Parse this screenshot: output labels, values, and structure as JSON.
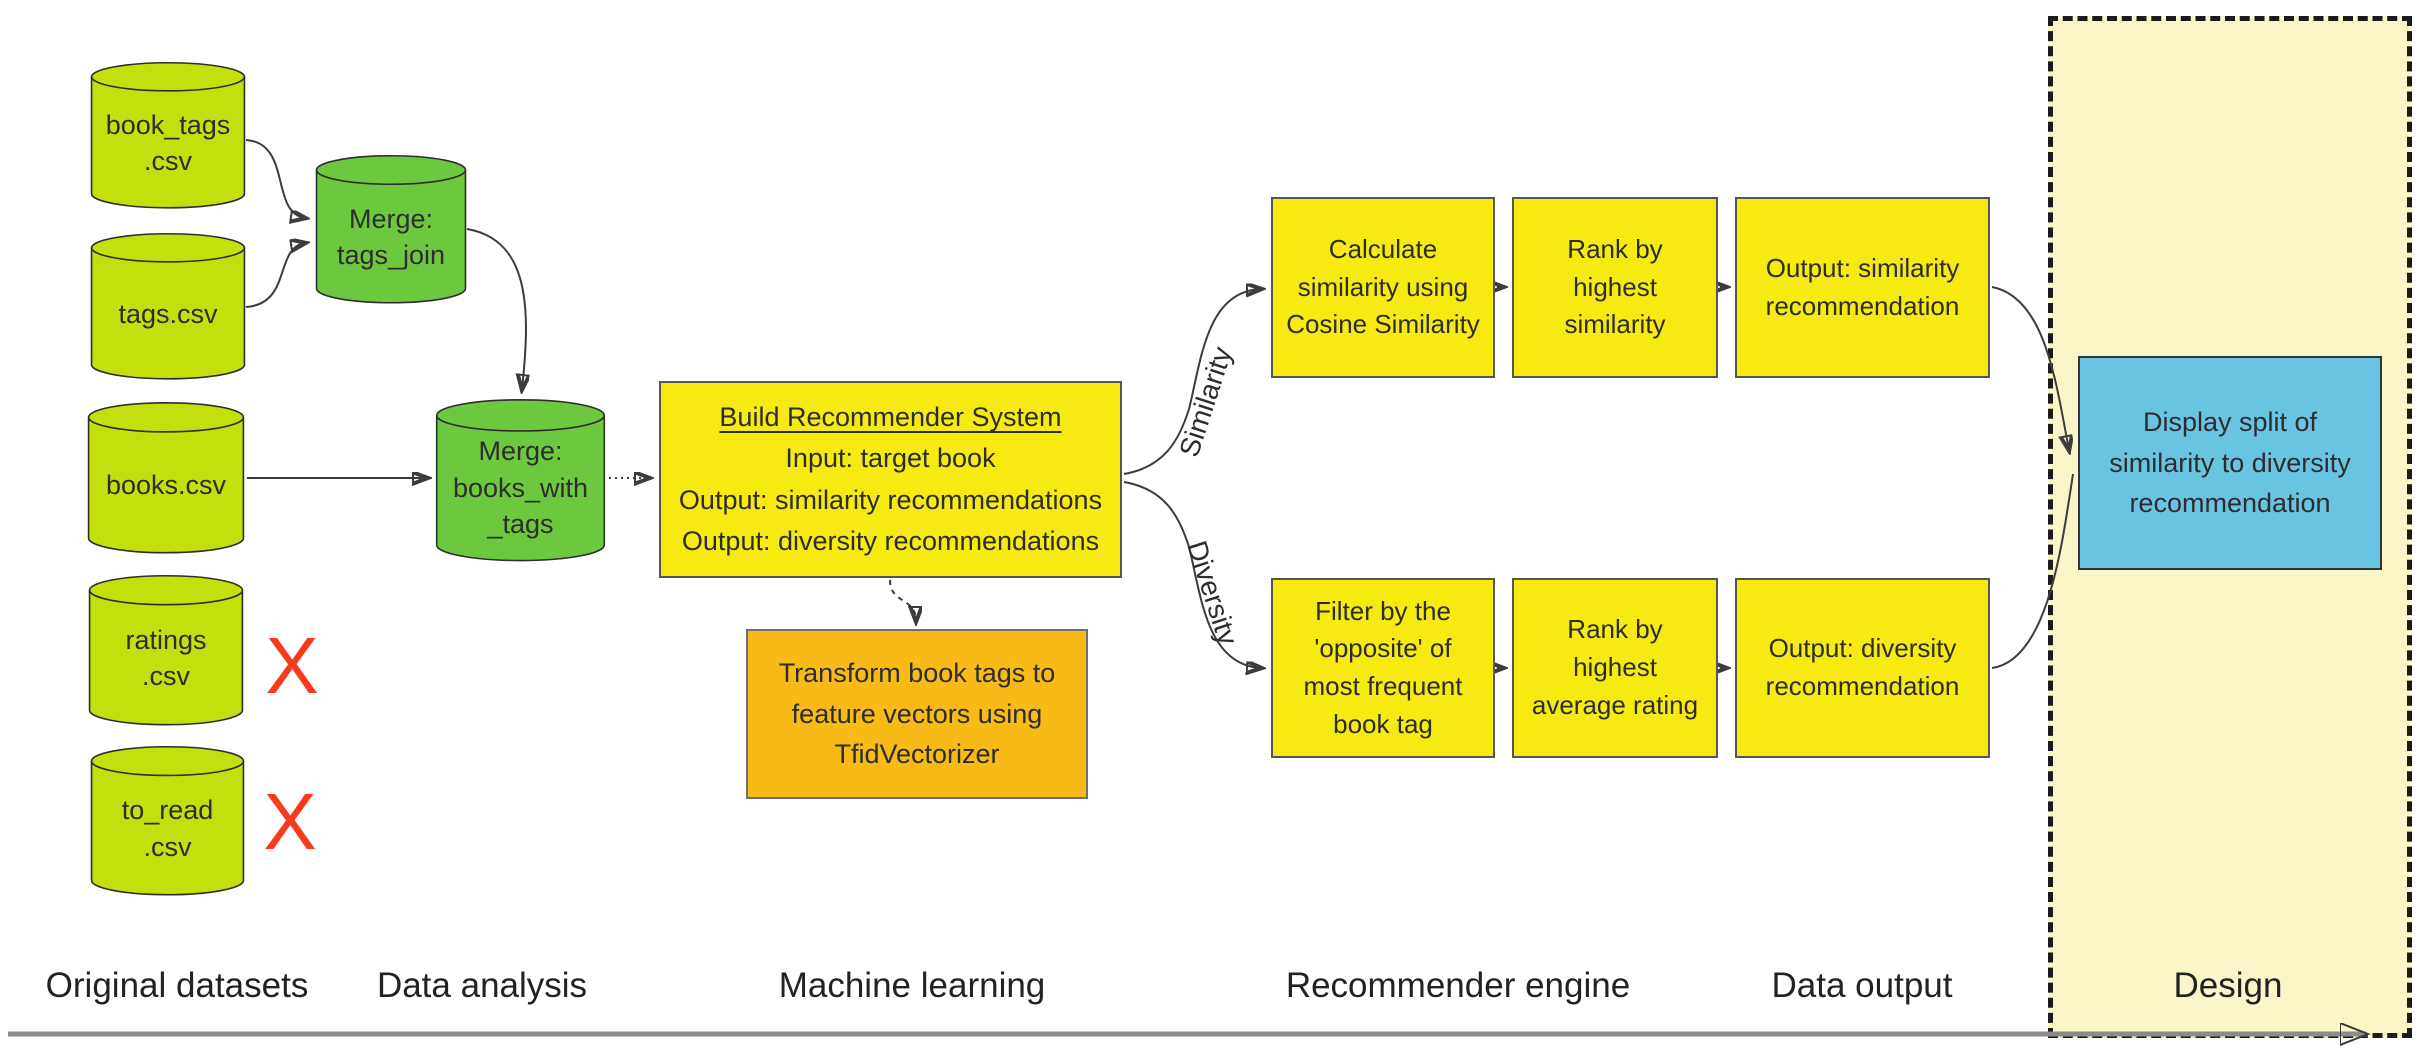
{
  "diagram": {
    "title_context": "Book recommender system flowchart",
    "datasets": [
      {
        "label": "book_tags\n.csv"
      },
      {
        "label": "tags.csv"
      },
      {
        "label": "books.csv"
      },
      {
        "label": "ratings\n.csv",
        "excluded": true
      },
      {
        "label": "to_read\n.csv",
        "excluded": true
      }
    ],
    "excluded_mark": "X",
    "merge_nodes": [
      {
        "label": "Merge:\ntags_join"
      },
      {
        "label": "Merge:\nbooks_with\n_tags"
      }
    ],
    "build_box": {
      "title": "Build Recommender System",
      "lines": [
        "Input: target book",
        "Output: similarity recommendations",
        "Output: diversity recommendations"
      ]
    },
    "transform_box": {
      "label": "Transform book tags to feature vectors using TfidVectorizer"
    },
    "branch_labels": {
      "top": "Similarity",
      "bottom": "Diversity"
    },
    "similarity_row": [
      "Calculate similarity using Cosine Similarity",
      "Rank by highest similarity",
      "Output: similarity recommendation"
    ],
    "diversity_row": [
      "Filter by the 'opposite' of most frequent book tag",
      "Rank by highest average rating",
      "Output: diversity recommendation"
    ],
    "display_box": {
      "label": "Display split of similarity to diversity recommendation"
    },
    "stage_labels": [
      "Original datasets",
      "Data analysis",
      "Machine learning",
      "Recommender engine",
      "Data output",
      "Design"
    ],
    "colors": {
      "dataset_fill": "#c3e00e",
      "merge_fill": "#6cc93f",
      "process_fill": "#f7ea11",
      "transform_fill": "#f8ba17",
      "display_fill": "#69c4e1",
      "design_background": "#faf6c8",
      "excluded_x": "#f83b1d",
      "timeline_arrow": "#8c8c8c"
    }
  }
}
